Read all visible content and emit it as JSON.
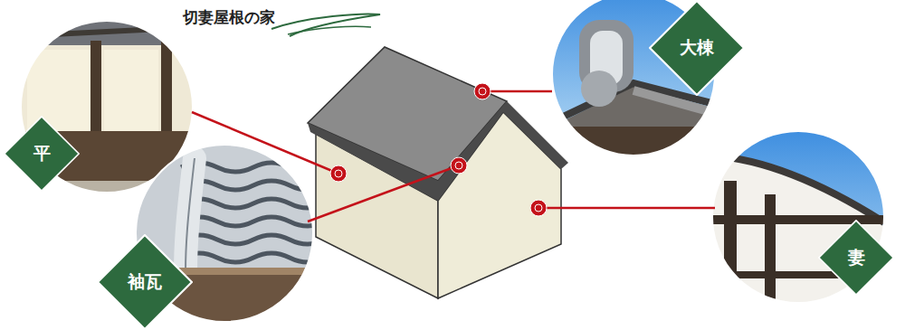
{
  "diagram": {
    "title": "切妻屋根の家",
    "nodes": [
      {
        "text": [
          "平"
        ]
      },
      {
        "text": [
          "袖瓦"
        ]
      },
      {
        "text": [
          "大棟"
        ]
      },
      {
        "text": [
          "妻"
        ]
      }
    ]
  }
}
